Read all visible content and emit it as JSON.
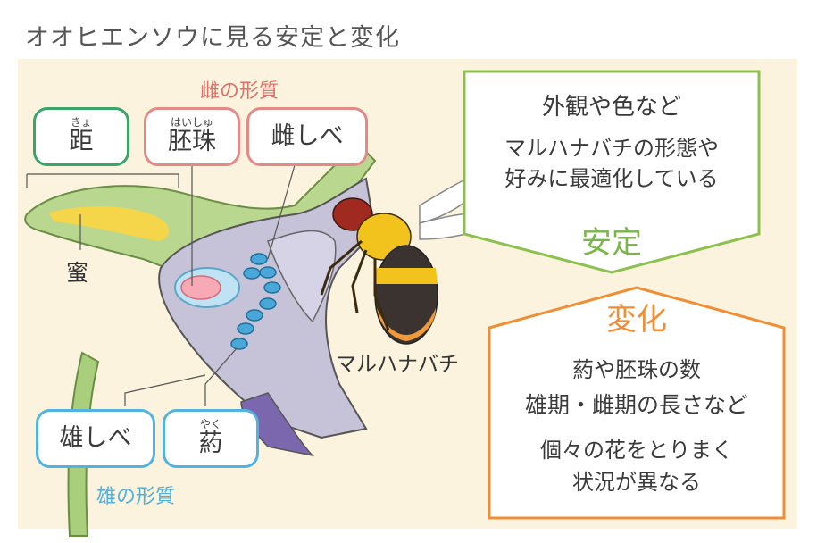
{
  "title": "オオヒエンソウに見る安定と変化",
  "labels": {
    "female_traits": "雌の形質",
    "male_traits": "雄の形質",
    "nectar": "蜜",
    "bee": "マルハナバチ"
  },
  "boxes": {
    "spur": {
      "ruby": "きょ",
      "text": "距"
    },
    "ovule": {
      "ruby": "はいしゅ",
      "text": "胚珠"
    },
    "pistil": {
      "text": "雌しべ"
    },
    "stamen": {
      "text": "雄しべ"
    },
    "anther": {
      "ruby": "やく",
      "text": "葯"
    }
  },
  "stable": {
    "line1": "外観や色など",
    "line2": "マルハナバチの形態や",
    "line3": "好みに最適化している",
    "heading": "安定"
  },
  "change": {
    "heading": "変化",
    "line1": "葯や胚珠の数",
    "line2": "雄期・雌期の長さなど",
    "line3": "個々の花をとりまく",
    "line4": "状況が異なる"
  },
  "colors": {
    "stable_accent": "#7ab648",
    "change_accent": "#ef8e35",
    "female_accent": "#e0706b",
    "male_accent": "#4fb0de",
    "background_panel": "#fbf3dd"
  }
}
